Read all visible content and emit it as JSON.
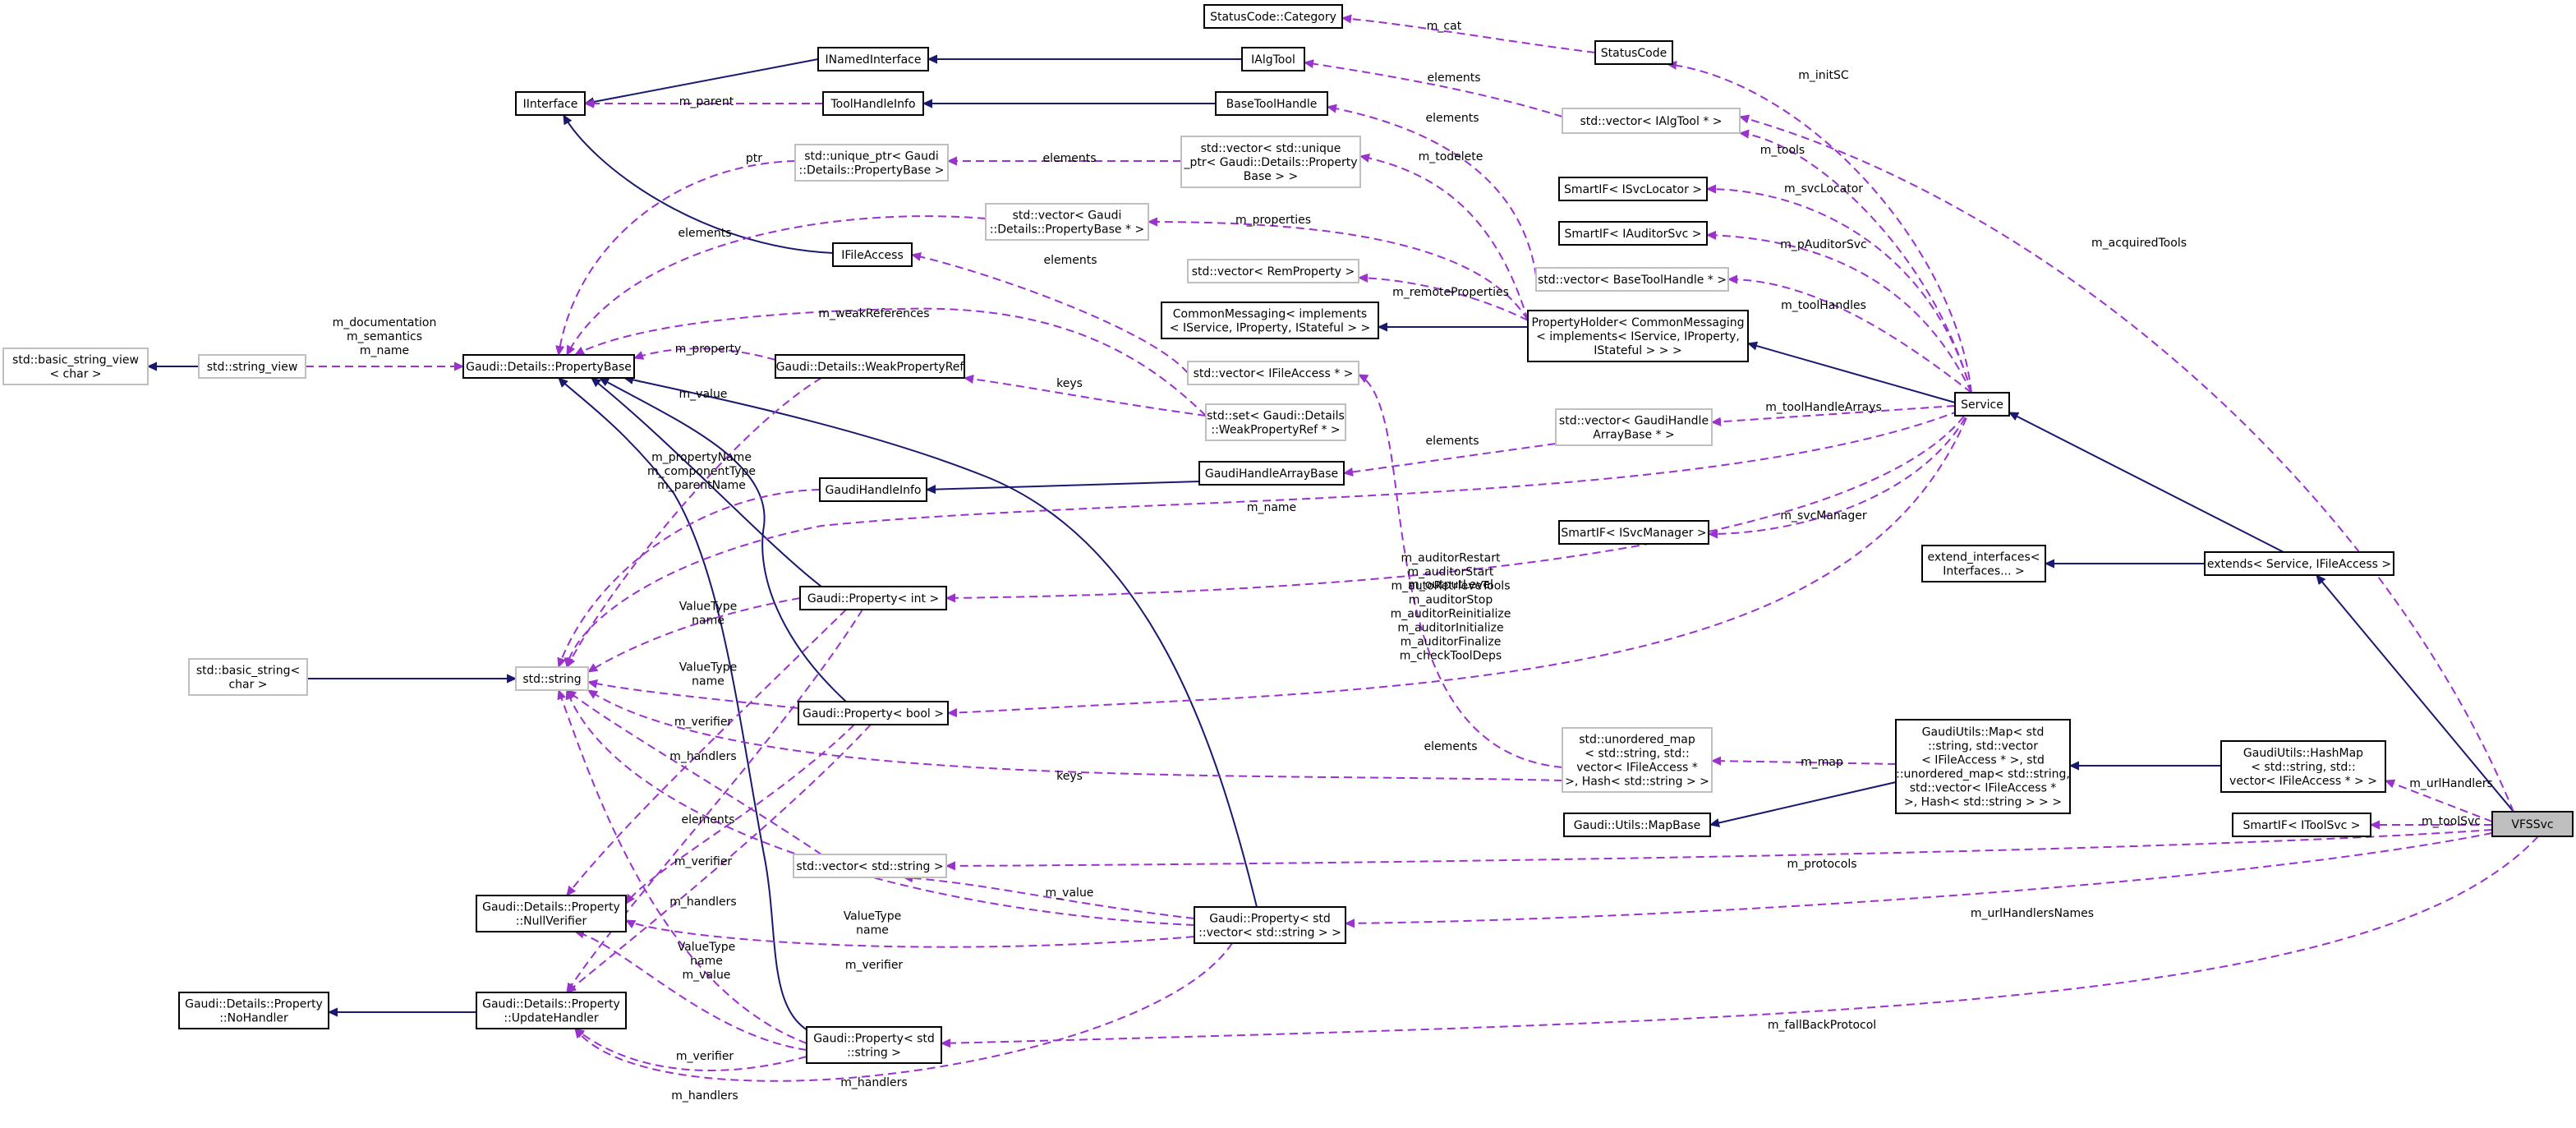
{
  "nodes": {
    "statuscode_category": {
      "lines": [
        "StatusCode::Category"
      ]
    },
    "statuscode": {
      "lines": [
        "StatusCode"
      ]
    },
    "inamedinterface": {
      "lines": [
        "INamedInterface"
      ]
    },
    "ialgtool": {
      "lines": [
        "IAlgTool"
      ]
    },
    "iinterface": {
      "lines": [
        "IInterface"
      ]
    },
    "toolhandleinfo": {
      "lines": [
        "ToolHandleInfo"
      ]
    },
    "basetoolhandle": {
      "lines": [
        "BaseToolHandle"
      ]
    },
    "vector_ialgtool": {
      "lines": [
        "std::vector< IAlgTool * >"
      ]
    },
    "unique_ptr_pb": {
      "lines": [
        "std::unique_ptr< Gaudi",
        "::Details::PropertyBase >"
      ]
    },
    "vector_unique_ptr": {
      "lines": [
        "std::vector< std::unique",
        "_ptr< Gaudi::Details::Property",
        "Base > >"
      ]
    },
    "smartif_isvclocator": {
      "lines": [
        "SmartIF< ISvcLocator >"
      ]
    },
    "vector_pb_ptr": {
      "lines": [
        "std::vector< Gaudi",
        "::Details::PropertyBase * >"
      ]
    },
    "smartif_iauditorsvc": {
      "lines": [
        "SmartIF< IAuditorSvc >"
      ]
    },
    "ifileaccess": {
      "lines": [
        "IFileAccess"
      ]
    },
    "vector_remproperty": {
      "lines": [
        "std::vector< RemProperty >"
      ]
    },
    "vector_basetoolhandle": {
      "lines": [
        "std::vector< BaseToolHandle * >"
      ]
    },
    "commonmessaging": {
      "lines": [
        "CommonMessaging< implements",
        "< IService, IProperty, IStateful > >"
      ]
    },
    "propertyholder": {
      "lines": [
        "PropertyHolder< CommonMessaging",
        "< implements< IService, IProperty,",
        "IStateful > > >"
      ]
    },
    "basic_string_view": {
      "lines": [
        "std::basic_string_view",
        "< char >"
      ]
    },
    "string_view": {
      "lines": [
        "std::string_view"
      ]
    },
    "propertybase": {
      "lines": [
        "Gaudi::Details::PropertyBase"
      ]
    },
    "weakpropertyref": {
      "lines": [
        "Gaudi::Details::WeakPropertyRef"
      ]
    },
    "vector_ifileaccess": {
      "lines": [
        "std::vector< IFileAccess * >"
      ]
    },
    "set_weakpropertyref": {
      "lines": [
        "std::set< Gaudi::Details",
        "::WeakPropertyRef * >"
      ]
    },
    "service": {
      "lines": [
        "Service"
      ]
    },
    "vector_gaudihandlearraybase": {
      "lines": [
        "std::vector< GaudiHandle",
        "ArrayBase * >"
      ]
    },
    "gaudihandlearraybase": {
      "lines": [
        "GaudiHandleArrayBase"
      ]
    },
    "gaudihandleinfo": {
      "lines": [
        "GaudiHandleInfo"
      ]
    },
    "smartif_isvcmanager": {
      "lines": [
        "SmartIF< ISvcManager >"
      ]
    },
    "extend_interfaces": {
      "lines": [
        "extend_interfaces<",
        "Interfaces... >"
      ]
    },
    "extends_service": {
      "lines": [
        "extends< Service, IFileAccess >"
      ]
    },
    "property_int": {
      "lines": [
        "Gaudi::Property< int >"
      ]
    },
    "basic_string": {
      "lines": [
        "std::basic_string<",
        "char >"
      ]
    },
    "std_string": {
      "lines": [
        "std::string"
      ]
    },
    "property_bool": {
      "lines": [
        "Gaudi::Property< bool >"
      ]
    },
    "unordered_map": {
      "lines": [
        "std::unordered_map",
        "< std::string, std::",
        "vector< IFileAccess *",
        ">, Hash< std::string > >"
      ]
    },
    "gaudiutils_map": {
      "lines": [
        "GaudiUtils::Map< std",
        "::string, std::vector",
        "< IFileAccess * >, std",
        "::unordered_map< std::string,",
        "std::vector< IFileAccess *",
        ">, Hash< std::string > > >"
      ]
    },
    "gaudiutils_hashmap": {
      "lines": [
        "GaudiUtils::HashMap",
        "< std::string, std::",
        "vector< IFileAccess * > >"
      ]
    },
    "gaudi_utils_mapbase": {
      "lines": [
        "Gaudi::Utils::MapBase"
      ]
    },
    "smartif_itoolsvc": {
      "lines": [
        "SmartIF< IToolSvc >"
      ]
    },
    "vfssvc": {
      "lines": [
        "VFSSvc"
      ]
    },
    "vector_string": {
      "lines": [
        "std::vector< std::string >"
      ]
    },
    "nullverifier": {
      "lines": [
        "Gaudi::Details::Property",
        "::NullVerifier"
      ]
    },
    "property_vector_string": {
      "lines": [
        "Gaudi::Property< std",
        "::vector< std::string > >"
      ]
    },
    "nohandler": {
      "lines": [
        "Gaudi::Details::Property",
        "::NoHandler"
      ]
    },
    "updatehandler": {
      "lines": [
        "Gaudi::Details::Property",
        "::UpdateHandler"
      ]
    },
    "property_string": {
      "lines": [
        "Gaudi::Property< std",
        "::string >"
      ]
    }
  },
  "labels": {
    "m_cat": [
      "m_cat"
    ],
    "elements_ialgtool": [
      "elements"
    ],
    "m_initsc": [
      "m_initSC"
    ],
    "m_parent": [
      "m_parent"
    ],
    "elements_basetoolhandle": [
      "elements"
    ],
    "m_acquiredtools": [
      "m_acquiredTools"
    ],
    "ptr": [
      "ptr"
    ],
    "elements_uniqueptr": [
      "elements"
    ],
    "m_todelete": [
      "m_todelete"
    ],
    "m_tools": [
      "m_tools"
    ],
    "elements_pbptr": [
      "elements"
    ],
    "m_properties": [
      "m_properties"
    ],
    "m_svclocator": [
      "m_svcLocator"
    ],
    "elements_ifileaccess": [
      "elements"
    ],
    "m_pauditorsvc": [
      "m_pAuditorSvc"
    ],
    "m_remoteproperties": [
      "m_remoteProperties"
    ],
    "m_weakreferences": [
      "m_weakReferences"
    ],
    "m_toolhandles": [
      "m_toolHandles"
    ],
    "m_documentation": [
      "m_documentation",
      "m_semantics",
      "m_name"
    ],
    "m_property": [
      "m_property"
    ],
    "keys_weak": [
      "keys"
    ],
    "m_value_weak": [
      "m_value"
    ],
    "m_toolhandlearrays": [
      "m_toolHandleArrays"
    ],
    "elements_gharray": [
      "elements"
    ],
    "m_propertyname": [
      "m_propertyName",
      "m_componentType",
      "m_parentName"
    ],
    "m_name_service": [
      "m_name"
    ],
    "m_svcmanager": [
      "m_svcManager"
    ],
    "m_outputlevel": [
      "m_outputLevel"
    ],
    "valuetype_int": [
      "ValueType",
      "name"
    ],
    "auditor_flags": [
      "m_auditorRestart",
      "m_auditorStart",
      "m_autoRetrieveTools",
      "m_auditorStop",
      "m_auditorReinitialize",
      "m_auditorInitialize",
      "m_auditorFinalize",
      "m_checkToolDeps"
    ],
    "valuetype_bool": [
      "ValueType",
      "name"
    ],
    "m_verifier_int": [
      "m_verifier"
    ],
    "elements_unordered": [
      "elements"
    ],
    "m_handlers_int": [
      "m_handlers"
    ],
    "m_map": [
      "m_map"
    ],
    "keys_unordered": [
      "keys"
    ],
    "m_urlhandlers": [
      "m_urlHandlers"
    ],
    "elements_vecstring": [
      "elements"
    ],
    "m_toolsvc": [
      "m_toolSvc"
    ],
    "m_verifier_bool": [
      "m_verifier"
    ],
    "m_protocols": [
      "m_protocols"
    ],
    "m_handlers_bool": [
      "m_handlers"
    ],
    "m_value_vec": [
      "m_value"
    ],
    "valuetype_vec": [
      "ValueType",
      "name"
    ],
    "m_urlhandlersnames": [
      "m_urlHandlersNames"
    ],
    "m_verifier_vec": [
      "m_verifier"
    ],
    "valuetype_str": [
      "ValueType",
      "name",
      "m_value"
    ],
    "m_fallbackprotocol": [
      "m_fallBackProtocol"
    ],
    "m_verifier_str": [
      "m_verifier"
    ],
    "m_handlers_vec": [
      "m_handlers"
    ],
    "m_handlers_str": [
      "m_handlers"
    ]
  },
  "colors": {
    "inheritance_edge": "#191970",
    "usage_edge": "#9a32cd",
    "node_border": "#000000",
    "external_node_border": "#bfbfbf",
    "focus_node_fill": "#bfbfbf"
  }
}
